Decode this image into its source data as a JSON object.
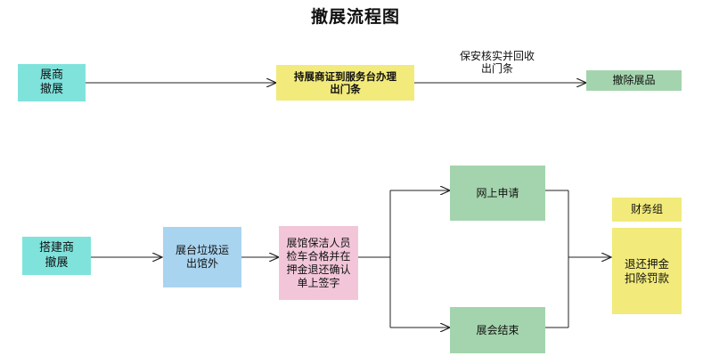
{
  "title": "撤展流程图",
  "nodes": {
    "exhibitor_withdraw": "展商\n撤展",
    "pass_counter": "持展商证到服务台办理\n出门条",
    "remove_exhibits": "撤除展品",
    "security_note": "保安核实并回收\n出门条",
    "builder_withdraw": "搭建商\n撤展",
    "garbage_out": "展台垃圾运\n出馆外",
    "cleaner_check": "展馆保洁人员\n检车合格并在\n押金退还确认\n单上签字",
    "online_apply": "网上申请",
    "show_end": "展会结束",
    "finance": "财务组",
    "refund": "退还押金\n扣除罚款"
  },
  "colors": {
    "cyan": "#7fe3dc",
    "yellow": "#f2ea7a",
    "green": "#a4d4ad",
    "blue": "#a9d4f0",
    "pink": "#f2c6d8",
    "line": "#222222"
  },
  "edges": [
    [
      "exhibitor_withdraw",
      "pass_counter"
    ],
    [
      "pass_counter",
      "remove_exhibits"
    ],
    [
      "builder_withdraw",
      "garbage_out"
    ],
    [
      "garbage_out",
      "cleaner_check"
    ],
    [
      "cleaner_check",
      "online_apply"
    ],
    [
      "cleaner_check",
      "show_end"
    ],
    [
      "online_apply",
      "refund"
    ],
    [
      "show_end",
      "refund"
    ]
  ]
}
